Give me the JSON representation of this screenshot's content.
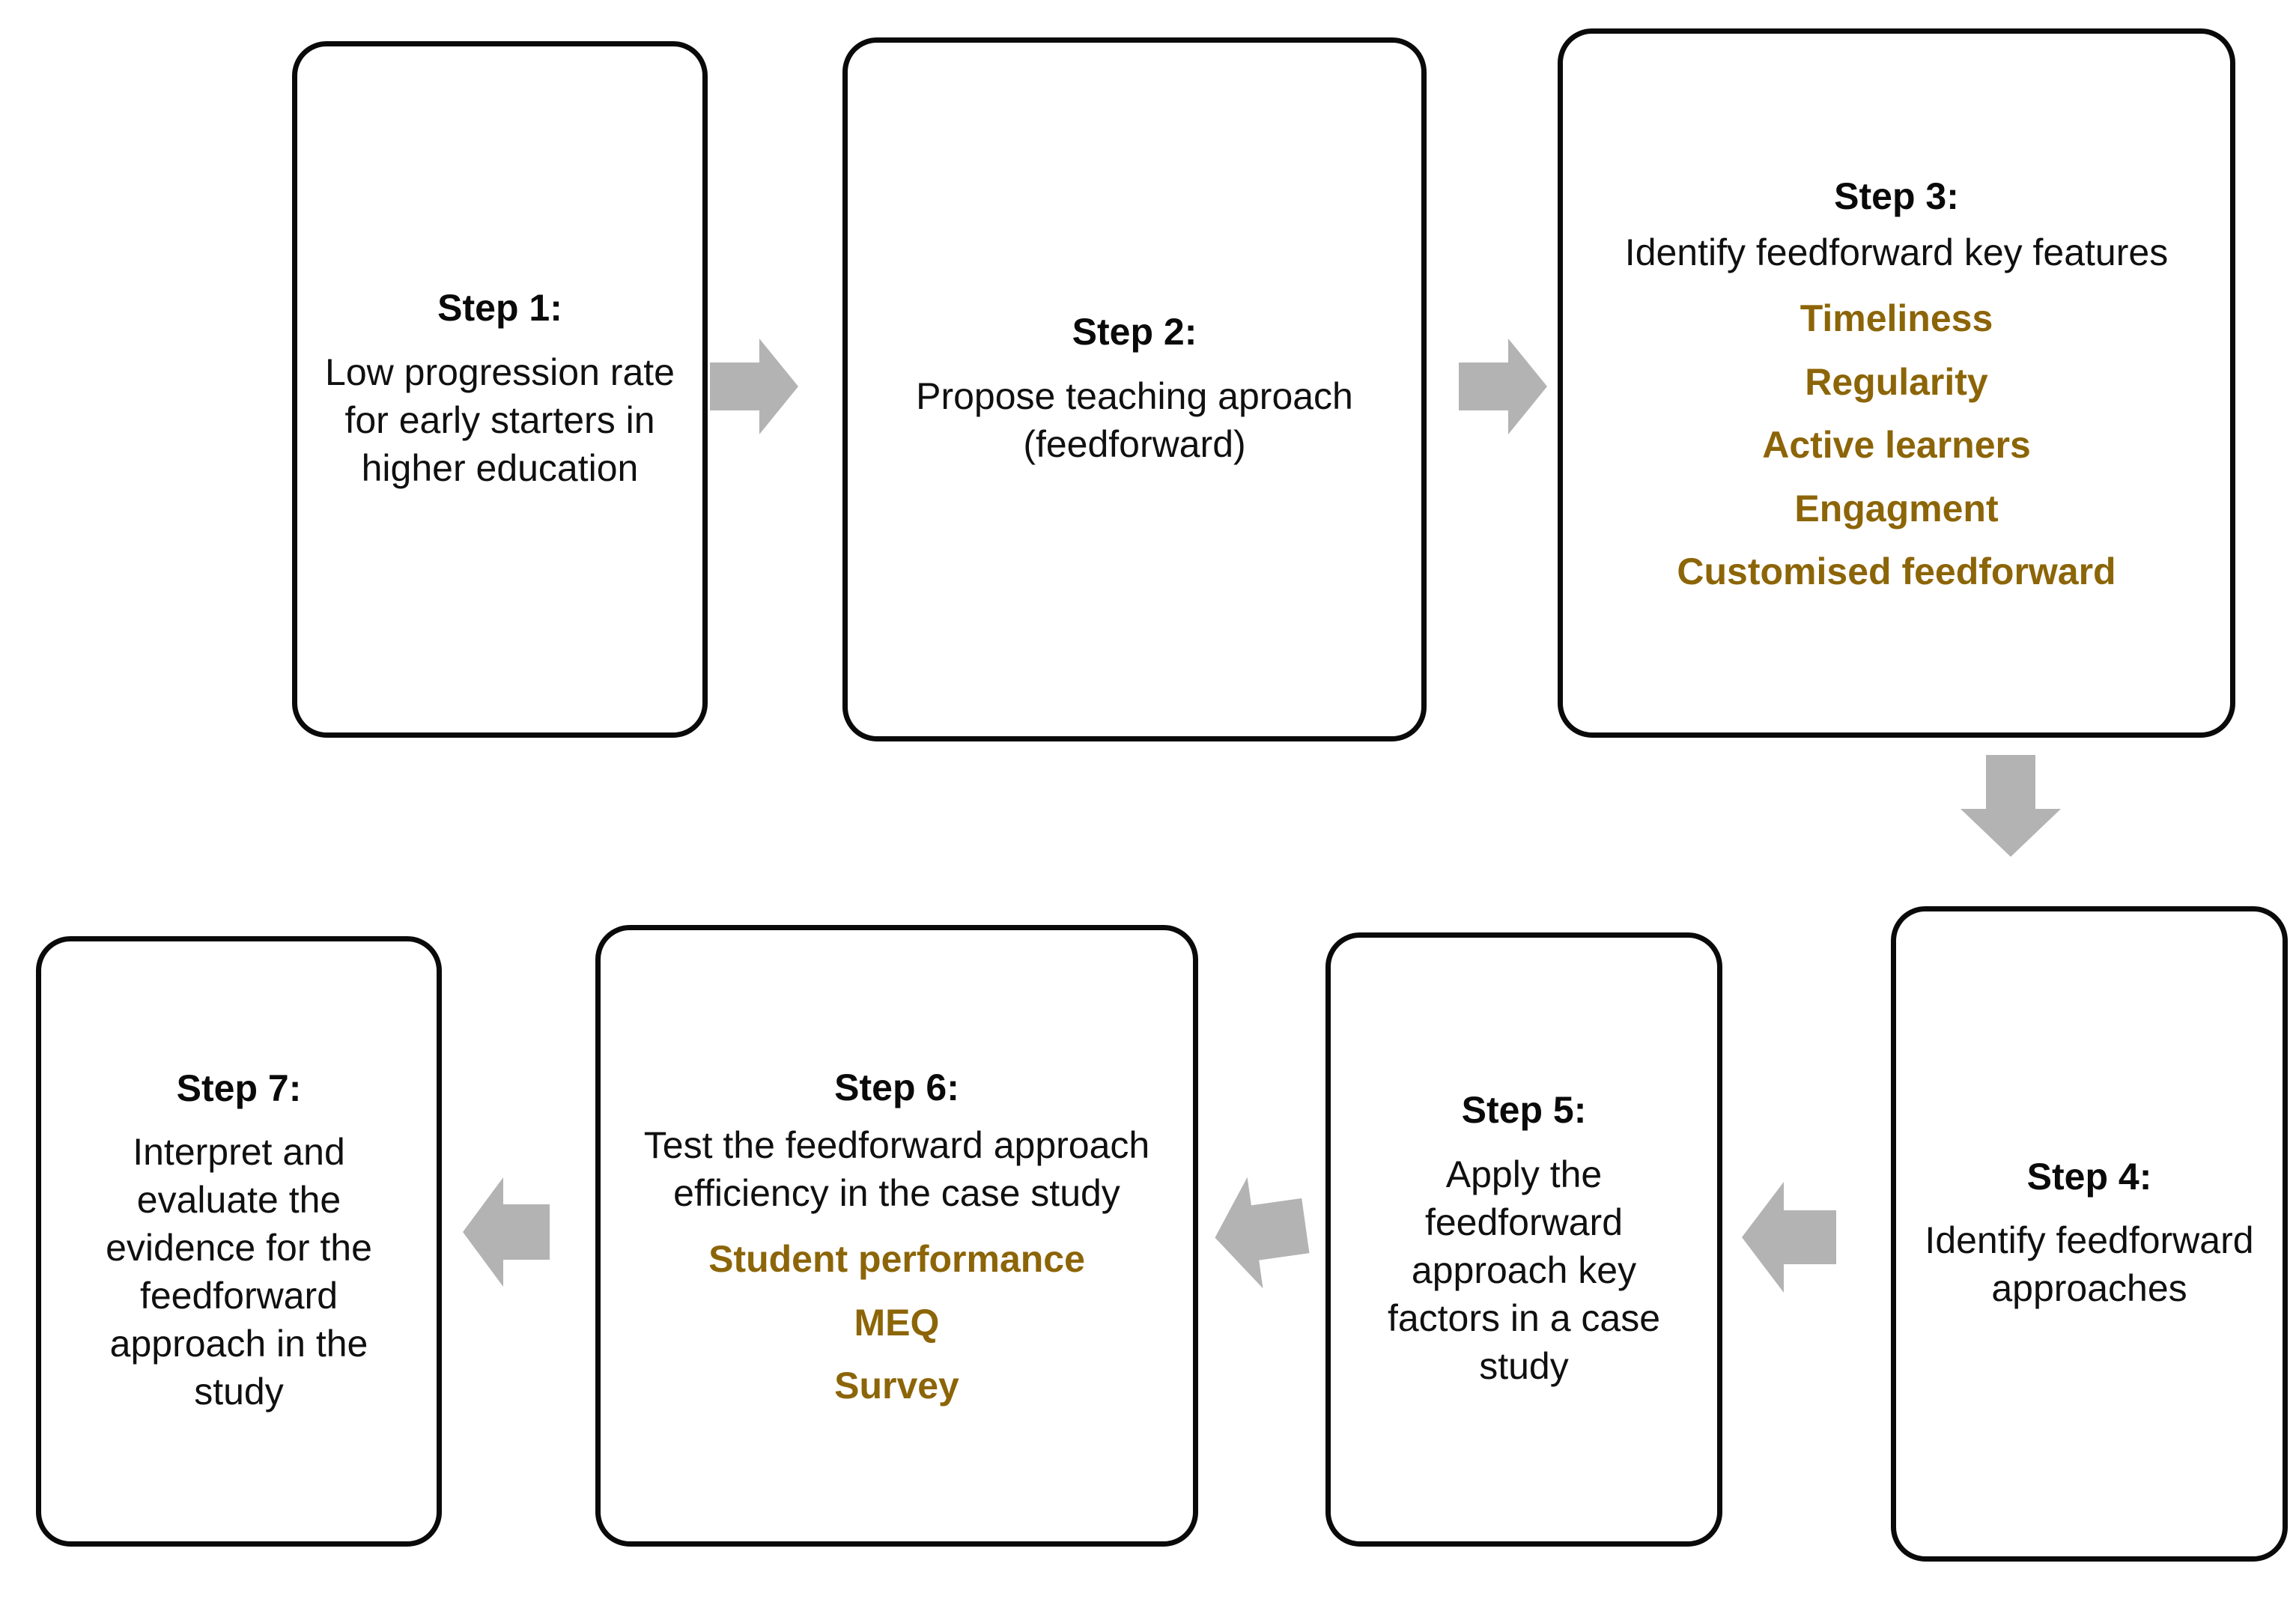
{
  "diagram": {
    "title": "Feedforward research methodology seven-step flowchart",
    "accent_color": "#8c6508",
    "arrow_color": "#b3b3b3",
    "border_color": "#0a0a0a",
    "background_color": "#ffffff"
  },
  "steps": {
    "step1": {
      "title": "Step 1:",
      "body": "Low progression rate for early starters in higher education"
    },
    "step2": {
      "title": "Step 2:",
      "body": "Propose teaching aproach (feedforward)"
    },
    "step3": {
      "title": "Step 3:",
      "body": "Identify feedforward key features",
      "features": [
        "Timeliness",
        "Regularity",
        "Active learners",
        "Engagment",
        "Customised feedforward"
      ]
    },
    "step4": {
      "title": "Step 4:",
      "body": "Identify feedforward approaches"
    },
    "step5": {
      "title": "Step 5:",
      "body": "Apply the feedforward approach key factors in a case study"
    },
    "step6": {
      "title": "Step 6:",
      "body": "Test the feedforward approach efficiency in the case study",
      "features": [
        "Student performance",
        "MEQ",
        "Survey"
      ]
    },
    "step7": {
      "title": "Step 7:",
      "body": "Interpret and evaluate the evidence for the feedforward approach in the study"
    }
  },
  "connectors": [
    {
      "id": "arrow-1-2",
      "direction": "right",
      "from": "step1",
      "to": "step2"
    },
    {
      "id": "arrow-2-3",
      "direction": "right",
      "from": "step2",
      "to": "step3"
    },
    {
      "id": "arrow-3-4",
      "direction": "down",
      "from": "step3",
      "to": "step4"
    },
    {
      "id": "arrow-4-5",
      "direction": "left",
      "from": "step4",
      "to": "step5"
    },
    {
      "id": "arrow-5-6",
      "direction": "left",
      "from": "step5",
      "to": "step6"
    },
    {
      "id": "arrow-6-7",
      "direction": "left",
      "from": "step6",
      "to": "step7"
    }
  ]
}
